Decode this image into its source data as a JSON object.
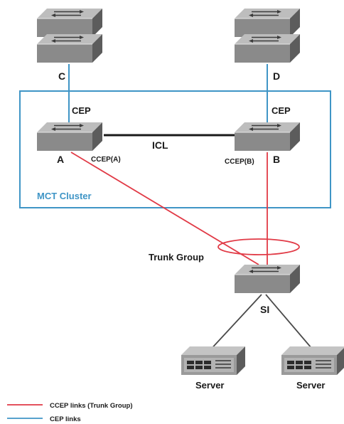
{
  "colors": {
    "ccep_link": "#e13a46",
    "cep_link": "#3f95c6",
    "icl_link": "#1a1a1a",
    "server_link": "#4a4a4a",
    "cluster_border": "#3f95c6",
    "switch_body": "#8a8a8a"
  },
  "icons": {
    "switch": "network-switch-icon",
    "server": "server-rack-icon"
  },
  "nodes": {
    "c": "C",
    "d": "D",
    "a": "A",
    "b": "B",
    "si": "SI",
    "server_left": "Server",
    "server_right": "Server"
  },
  "labels": {
    "cep_left": "CEP",
    "cep_right": "CEP",
    "icl": "ICL",
    "ccep_a": "CCEP(A)",
    "ccep_b": "CCEP(B)",
    "cluster": "MCT Cluster",
    "trunk_group": "Trunk Group"
  },
  "legend": [
    {
      "label": "CCEP links (Trunk Group)",
      "color": "#e13a46"
    },
    {
      "label": "CEP links",
      "color": "#3f95c6"
    }
  ]
}
